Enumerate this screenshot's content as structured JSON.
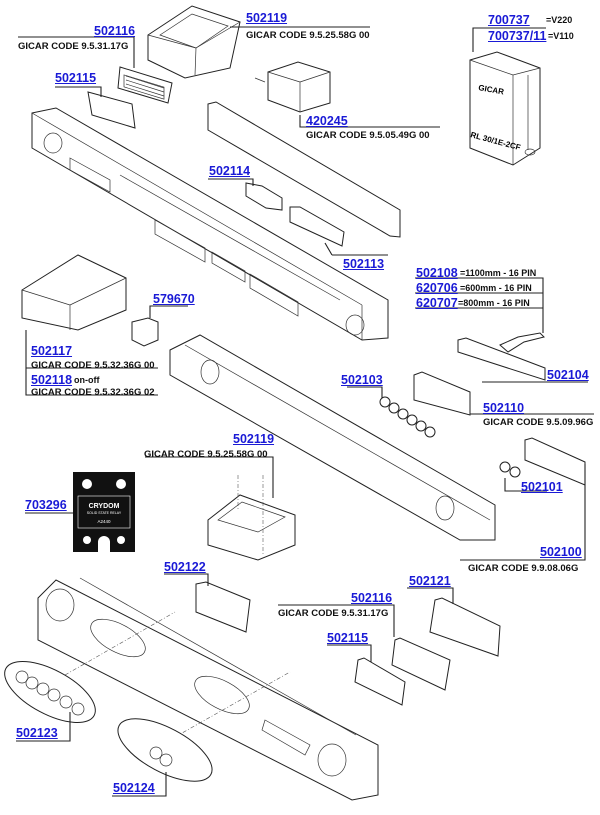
{
  "diagram": {
    "title": "Control panel / electronics exploded view",
    "link_color": "#1a1ad6",
    "parts": [
      {
        "id": "p502119a",
        "number": "502119",
        "code": "GICAR CODE 9.5.25.58G 00"
      },
      {
        "id": "p502116a",
        "number": "502116",
        "code": "GICAR CODE 9.5.31.17G"
      },
      {
        "id": "p502115a",
        "number": "502115"
      },
      {
        "id": "p700737",
        "number": "700737",
        "suffix": "=V220"
      },
      {
        "id": "p700737_11",
        "number": "700737/11",
        "suffix": "=V110"
      },
      {
        "id": "p420245",
        "number": "420245",
        "code": "GICAR CODE 9.5.05.49G 00"
      },
      {
        "id": "p502114",
        "number": "502114"
      },
      {
        "id": "p502113",
        "number": "502113"
      },
      {
        "id": "p502108",
        "number": "502108",
        "suffix": "=1100mm  - 16 PIN"
      },
      {
        "id": "p620706",
        "number": "620706",
        "suffix": "=600mm   - 16 PIN"
      },
      {
        "id": "p620707",
        "number": "620707",
        "suffix": "=800mm   - 16 PIN"
      },
      {
        "id": "p579670",
        "number": "579670"
      },
      {
        "id": "p502117",
        "number": "502117",
        "code": "GICAR CODE 9.5.32.36G 00"
      },
      {
        "id": "p502118",
        "number": "502118",
        "suffix": "on-off",
        "code": "GICAR CODE 9.5.32.36G 02"
      },
      {
        "id": "p502104",
        "number": "502104"
      },
      {
        "id": "p502103",
        "number": "502103"
      },
      {
        "id": "p502110",
        "number": "502110",
        "code": "GICAR CODE 9.5.09.96G"
      },
      {
        "id": "p502119b",
        "number": "502119",
        "code": "GICAR CODE 9.5.25.58G 00"
      },
      {
        "id": "p502101",
        "number": "502101"
      },
      {
        "id": "p703296",
        "number": "703296"
      },
      {
        "id": "p502100",
        "number": "502100",
        "code": "GICAR CODE 9.9.08.06G"
      },
      {
        "id": "p502122",
        "number": "502122"
      },
      {
        "id": "p502121",
        "number": "502121"
      },
      {
        "id": "p502116b",
        "number": "502116",
        "code": "GICAR CODE 9.5.31.17G"
      },
      {
        "id": "p502115b",
        "number": "502115"
      },
      {
        "id": "p502123",
        "number": "502123"
      },
      {
        "id": "p502124",
        "number": "502124"
      }
    ],
    "component_text": {
      "relay_brand": "GICAR",
      "relay_model": "RL 30/1E-2CF",
      "ssr_brand": "CRYDOM",
      "ssr_subtitle": "SOLID STATE RELAY",
      "ssr_model": "A2440"
    }
  }
}
